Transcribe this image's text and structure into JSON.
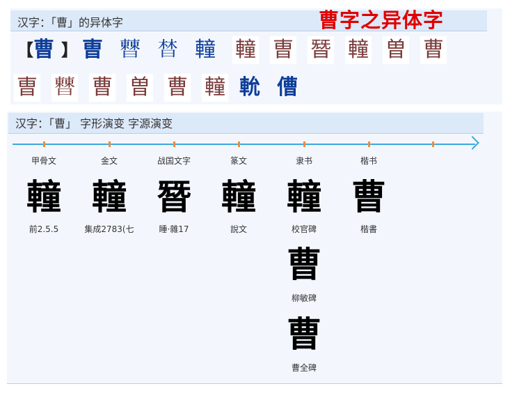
{
  "variants": {
    "header": "汉字：「曹」的异体字",
    "title": "曹字之异体字",
    "current": "曹",
    "bracket_open": "【",
    "bracket_close": "】",
    "row1_text": [
      "曺",
      "𣍘",
      "𣈅",
      "䡴"
    ],
    "row1_images": [
      "䡴",
      "曺",
      "朁",
      "䡴",
      "曽",
      "曹"
    ],
    "row2_images": [
      "曺",
      "𣍘",
      "曹",
      "曽",
      "曹",
      "䡴"
    ],
    "row2_text": [
      "𨋍",
      "傮"
    ]
  },
  "evolution": {
    "header": "汉字：「曹」 字形演变 字源演变",
    "stages": [
      {
        "label": "甲骨文",
        "glyph": "䡴",
        "caption": "前2.5.5"
      },
      {
        "label": "金文",
        "glyph": "䡴",
        "caption": "集成2783(七"
      },
      {
        "label": "战国文字",
        "glyph": "朁",
        "caption": "睡·雜17"
      },
      {
        "label": "篆文",
        "glyph": "䡴",
        "caption": "說文"
      },
      {
        "label": "隶书",
        "glyph": "䡴",
        "caption": "校官碑"
      },
      {
        "label": "楷书",
        "glyph": "曹",
        "caption": "楷書"
      }
    ],
    "extra": [
      {
        "glyph": "曹",
        "caption": "柳敏碑"
      },
      {
        "glyph": "曹",
        "caption": "曹全碑"
      }
    ]
  },
  "colors": {
    "title_red": "#e00000",
    "link_blue": "#123f9a",
    "timeline": "#3aa9dc",
    "tick": "#f08a3c"
  }
}
